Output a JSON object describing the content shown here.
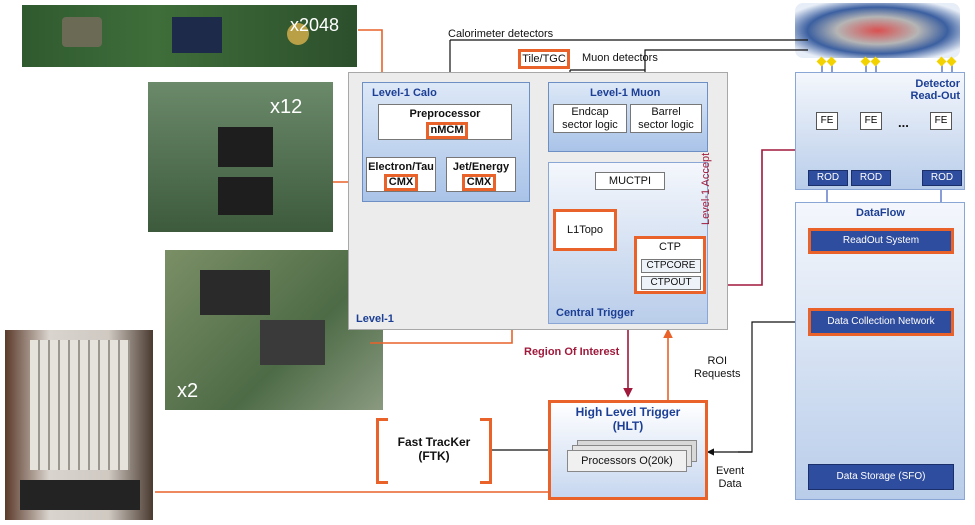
{
  "photos": {
    "board1": {
      "multiplier": "x2048"
    },
    "board2": {
      "multiplier": "x12"
    },
    "board3": {
      "multiplier": "x2"
    }
  },
  "labels": {
    "calorimeter_detectors": "Calorimeter detectors",
    "muon_detectors": "Muon detectors",
    "tile_tgc": "Tile/TGC",
    "level1_accept": "Level-1 Accept",
    "region_of_interest": "Region Of Interest",
    "roi_requests": "ROI\nRequests",
    "event_data": "Event\nData"
  },
  "level1": {
    "title": "Level-1",
    "calo": {
      "title": "Level-1 Calo",
      "preprocessor": "Preprocessor",
      "nmcm": "nMCM",
      "electron_tau": "Electron/Tau",
      "jet_energy": "Jet/Energy",
      "cmx": "CMX"
    },
    "muon": {
      "title": "Level-1 Muon",
      "endcap": "Endcap\nsector logic",
      "barrel": "Barrel\nsector logic"
    },
    "central": {
      "title": "Central Trigger",
      "muctpi": "MUCTPI",
      "l1topo": "L1Topo",
      "ctp": "CTP",
      "ctpcore": "CTPCORE",
      "ctpout": "CTPOUT"
    }
  },
  "hlt": {
    "title": "High Level Trigger\n(HLT)",
    "processors": "Processors O(20k)"
  },
  "ftk": {
    "label": "Fast TracKer\n(FTK)"
  },
  "readout": {
    "title": "Detector\nRead-Out",
    "fe": "FE",
    "dots": "...",
    "rod": "ROD"
  },
  "dataflow": {
    "title": "DataFlow",
    "readout_system": "ReadOut System",
    "dcn": "Data Collection Network",
    "storage": "Data Storage (SFO)"
  },
  "colors": {
    "orange": "#e8622a",
    "navy": "#2f4d9e",
    "dark_red": "#a0193b",
    "title_blue": "#1c3f95"
  }
}
